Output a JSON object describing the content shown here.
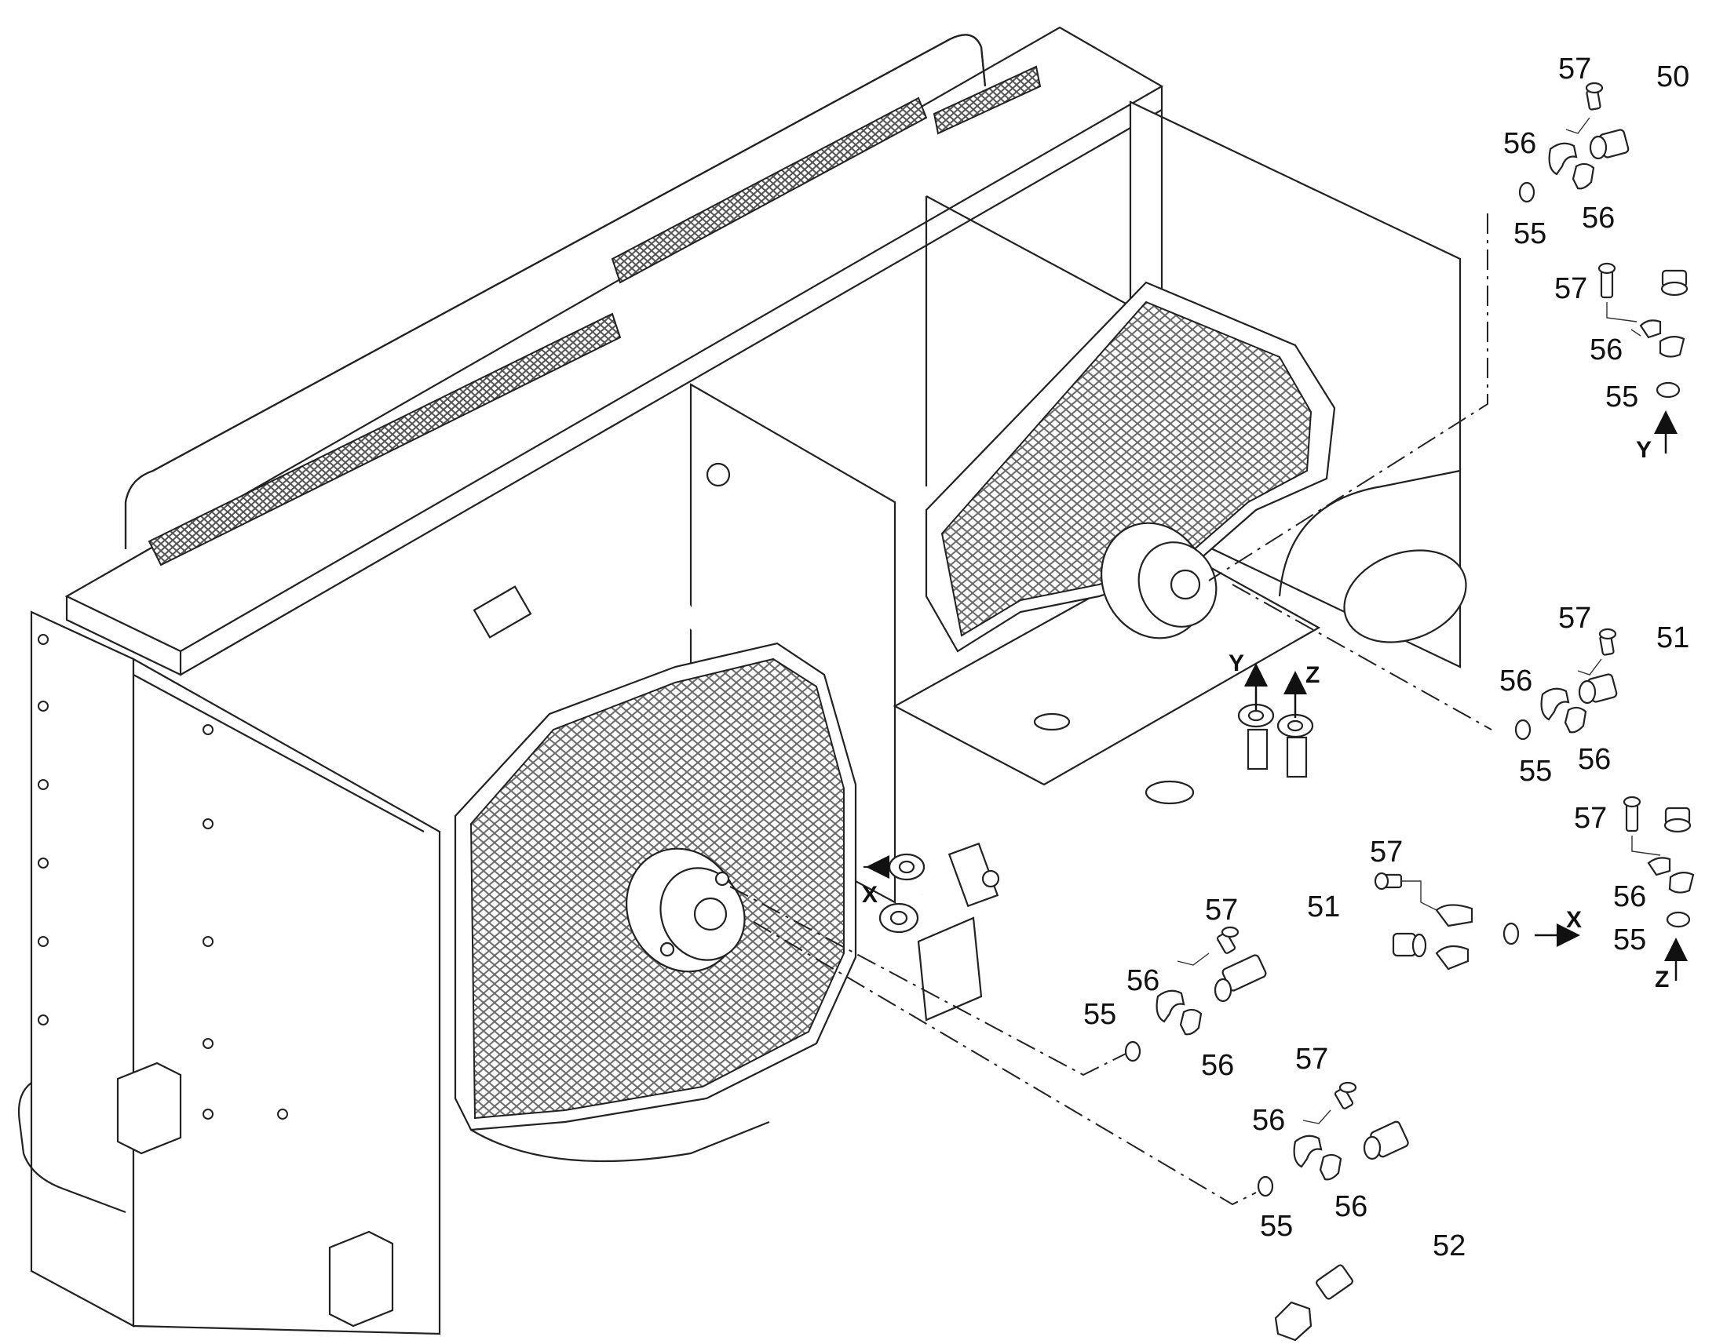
{
  "diagram": {
    "callouts": {
      "c50": "50",
      "c51a": "51",
      "c51b": "51",
      "c52": "52",
      "c55a": "55",
      "c55b": "55",
      "c55c": "55",
      "c55d": "55",
      "c55e": "55",
      "c55f": "55",
      "c56a": "56",
      "c56b": "56",
      "c56c": "56",
      "c56d": "56",
      "c56e": "56",
      "c56f": "56",
      "c56g": "56",
      "c56h": "56",
      "c56i": "56",
      "c57a": "57",
      "c57b": "57",
      "c57c": "57",
      "c57d": "57",
      "c57e": "57",
      "c57f": "57"
    },
    "views": {
      "x_main": "X",
      "x_detail": "X",
      "y_main": "Y",
      "y_detail": "Y",
      "z_main": "Z",
      "z_detail": "Z"
    }
  }
}
